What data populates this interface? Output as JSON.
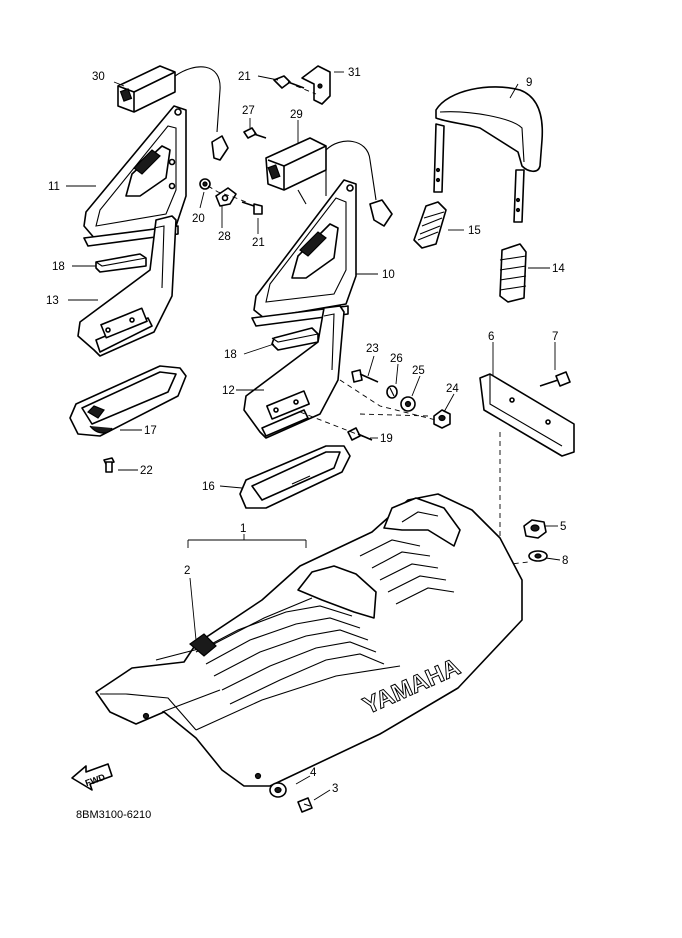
{
  "diagram": {
    "part_code": "8BM3100-6210",
    "brand_text": "YAMAHA",
    "forward_label": "FWD",
    "callouts": [
      "1",
      "2",
      "3",
      "4",
      "5",
      "6",
      "7",
      "8",
      "9",
      "10",
      "11",
      "12",
      "13",
      "14",
      "15",
      "16",
      "17",
      "18",
      "19",
      "20",
      "21",
      "22",
      "23",
      "24",
      "25",
      "26",
      "27",
      "28",
      "29",
      "30",
      "31"
    ],
    "extra_callouts": {
      "c18b": "18",
      "c21b": "21"
    }
  }
}
